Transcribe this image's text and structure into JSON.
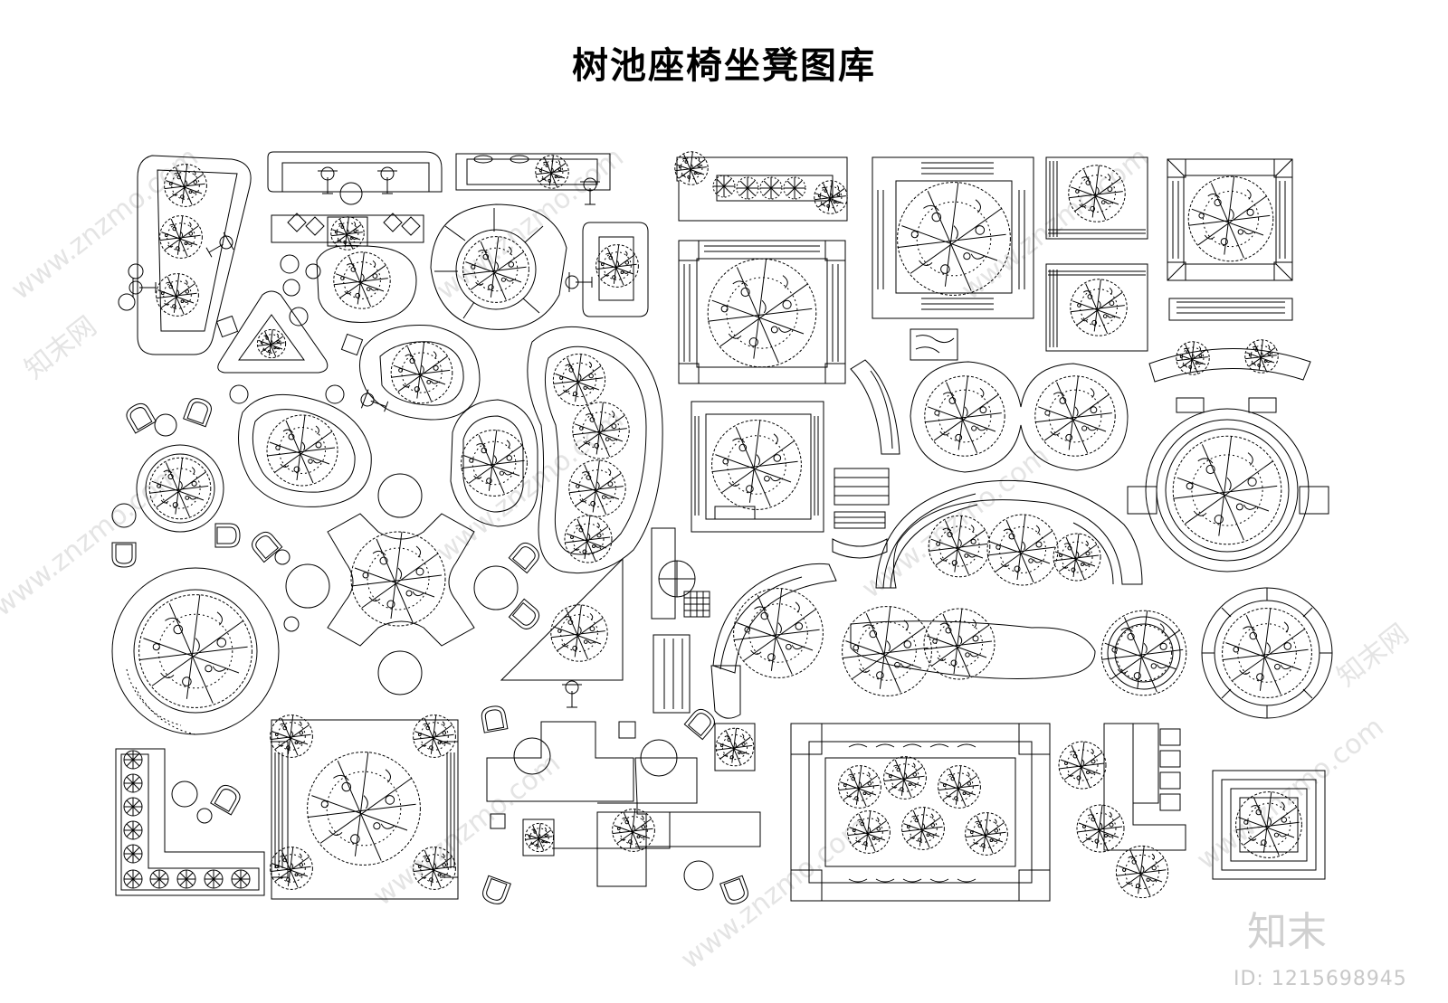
{
  "title": "树池座椅坐凳图库",
  "watermark": {
    "site": "www.znzmo.com",
    "brand": "知末网",
    "color": "#e4e4e4"
  },
  "logo": "知末",
  "id_label": "ID: 1215698945",
  "line_color": "#000000"
}
